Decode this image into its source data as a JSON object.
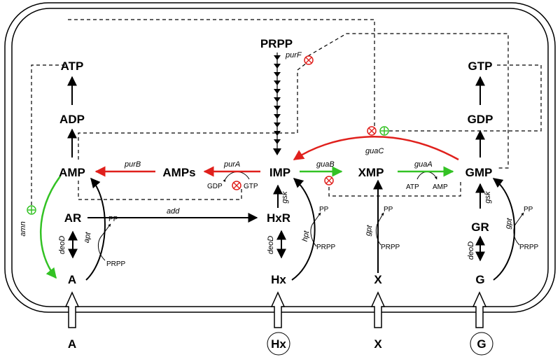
{
  "metabolites": {
    "ATP": "ATP",
    "ADP": "ADP",
    "AMP": "AMP",
    "AMPs": "AMPs",
    "AR": "AR",
    "A": "A",
    "PRPP": "PRPP",
    "IMP": "IMP",
    "HxR": "HxR",
    "Hx": "Hx",
    "XMP": "XMP",
    "X": "X",
    "GTP": "GTP",
    "GDP": "GDP",
    "GMP": "GMP",
    "GR": "GR",
    "G": "G"
  },
  "external": {
    "A": "A",
    "Hx": "Hx",
    "X": "X",
    "G": "G"
  },
  "enzymes": {
    "purF": "purF",
    "purB": "purB",
    "purA": "purA",
    "guaB": "guaB",
    "guaA": "guaA",
    "guaC": "guaC",
    "amn": "amn",
    "add": "add",
    "apt": "apt",
    "hpt": "hpt",
    "gpt": "gpt",
    "gsk": "gsk",
    "deoD": "deoD"
  },
  "cofactors": {
    "PP": "PP",
    "PRPP": "PRPP",
    "GDP": "GDP",
    "GTP": "GTP",
    "ATP": "ATP",
    "AMP": "AMP"
  },
  "symbols": {
    "inhibition": "⊗",
    "activation": "⊕"
  },
  "colors": {
    "inhibition": "#e0201c",
    "activation": "#33c224",
    "default": "#000000"
  }
}
